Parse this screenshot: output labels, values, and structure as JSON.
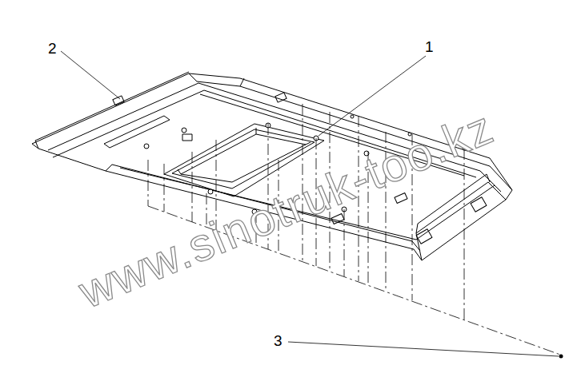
{
  "diagram": {
    "labels": [
      "2",
      "1",
      "3",
      "www.sinotruk-too.kz"
    ]
  }
}
